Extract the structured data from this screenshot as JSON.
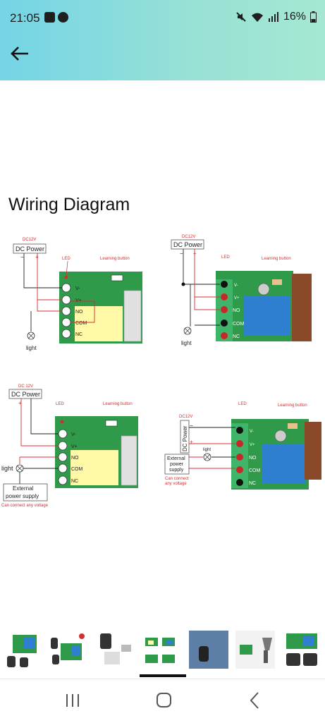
{
  "status_bar": {
    "time": "21:05",
    "battery": "16%"
  },
  "page": {
    "title": "Wiring Diagram"
  },
  "diagrams": {
    "d1": {
      "dc_volt": "DC12V",
      "dc_label": "DC Power",
      "led": "LED",
      "learn": "Learning button",
      "pins": [
        "V-",
        "V+",
        "NO",
        "COM",
        "NC"
      ],
      "light": "light",
      "minus": "−",
      "plus": "+"
    },
    "d2": {
      "dc_volt": "DC12V",
      "dc_label": "DC Power",
      "led": "LED",
      "learn": "Learning button",
      "pins": [
        "V-",
        "V+",
        "NO",
        "COM",
        "NC"
      ],
      "light": "light",
      "minus": "−",
      "plus": "+"
    },
    "d3": {
      "dc_volt": "DC 12V",
      "dc_label": "DC Power",
      "led": "LED",
      "learn": "Learning button",
      "pins": [
        "V-",
        "V+",
        "NO",
        "COM",
        "NC"
      ],
      "light": "light",
      "ext": [
        "External",
        "power supply"
      ],
      "note": "Can connect any voltage",
      "minus": "−",
      "plus": "+"
    },
    "d4": {
      "dc_volt": "DC12V",
      "dc_label": "DC Power",
      "led": "LED",
      "learn": "Learning button",
      "pins": [
        "V-",
        "V+",
        "NO",
        "COM",
        "NC"
      ],
      "light": "light",
      "ext": [
        "External",
        "power",
        "supply"
      ],
      "note": [
        "Can connect",
        "any voltage"
      ],
      "minus": "−",
      "plus": "+"
    }
  },
  "colors": {
    "board": "#2e9a4a",
    "relay": "#2f7fd0",
    "wire_red": "#d32f2f",
    "terminal": "#2fa55a"
  },
  "thumbnails": [
    "remote-kit-1",
    "remote-kit-2",
    "remote-kit-3",
    "wiring-diagram",
    "remote-on-jeans",
    "lamp-switch",
    "relay-with-remotes"
  ]
}
